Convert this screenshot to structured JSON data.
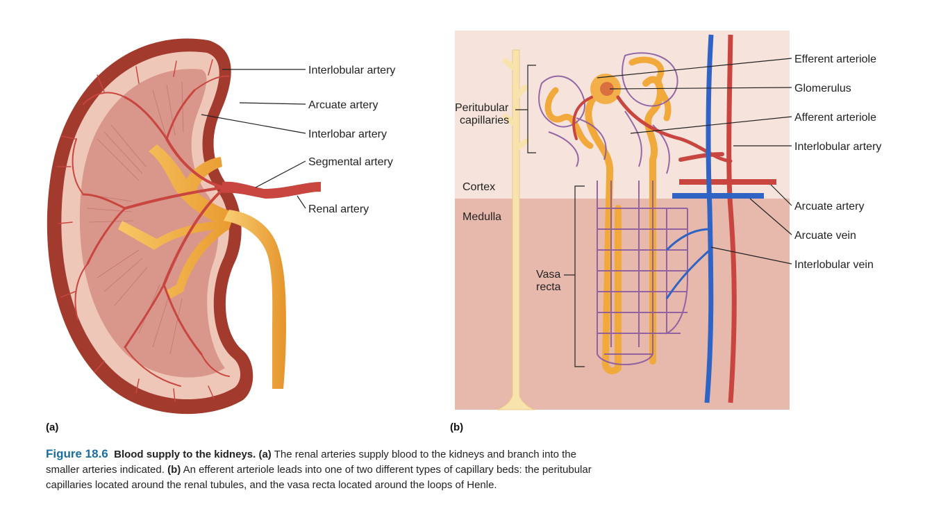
{
  "panel_a": {
    "letter": "(a)",
    "labels": {
      "interlobular": "Interlobular artery",
      "arcuate": "Arcuate artery",
      "interlobar": "Interlobar artery",
      "segmental": "Segmental artery",
      "renal": "Renal artery"
    }
  },
  "panel_b": {
    "letter": "(b)",
    "labels": {
      "efferent": "Efferent arteriole",
      "glomerulus": "Glomerulus",
      "afferent": "Afferent arteriole",
      "interlobular_artery": "Interlobular artery",
      "arcuate_artery": "Arcuate artery",
      "arcuate_vein": "Arcuate vein",
      "interlobular_vein": "Interlobular vein",
      "peritubular_1": "Peritubular",
      "peritubular_2": "capillaries",
      "cortex": "Cortex",
      "medulla": "Medulla",
      "vasa_1": "Vasa",
      "vasa_2": "recta"
    }
  },
  "caption": {
    "figure": "Figure 18.6",
    "title": "Blood supply to the kidneys.",
    "a_tag": "(a)",
    "a_text": "The renal arteries supply blood to the kidneys and branch into the smaller arteries indicated.",
    "b_tag": "(b)",
    "b_text": "An efferent arteriole leads into one of two different types of capillary beds: the peritubular capillaries located around the renal tubules, and the vasa recta located around the loops of Henle."
  },
  "colors": {
    "capsule": "#a33a2e",
    "artery": "#c8463f",
    "vein": "#2f63c4",
    "pelvis": "#f2b34a",
    "capillary": "#8a5aa0",
    "cortex_bg": "#f6e3dc",
    "medulla_bg": "#e7b9ad",
    "caption_accent": "#1a6d9e"
  }
}
